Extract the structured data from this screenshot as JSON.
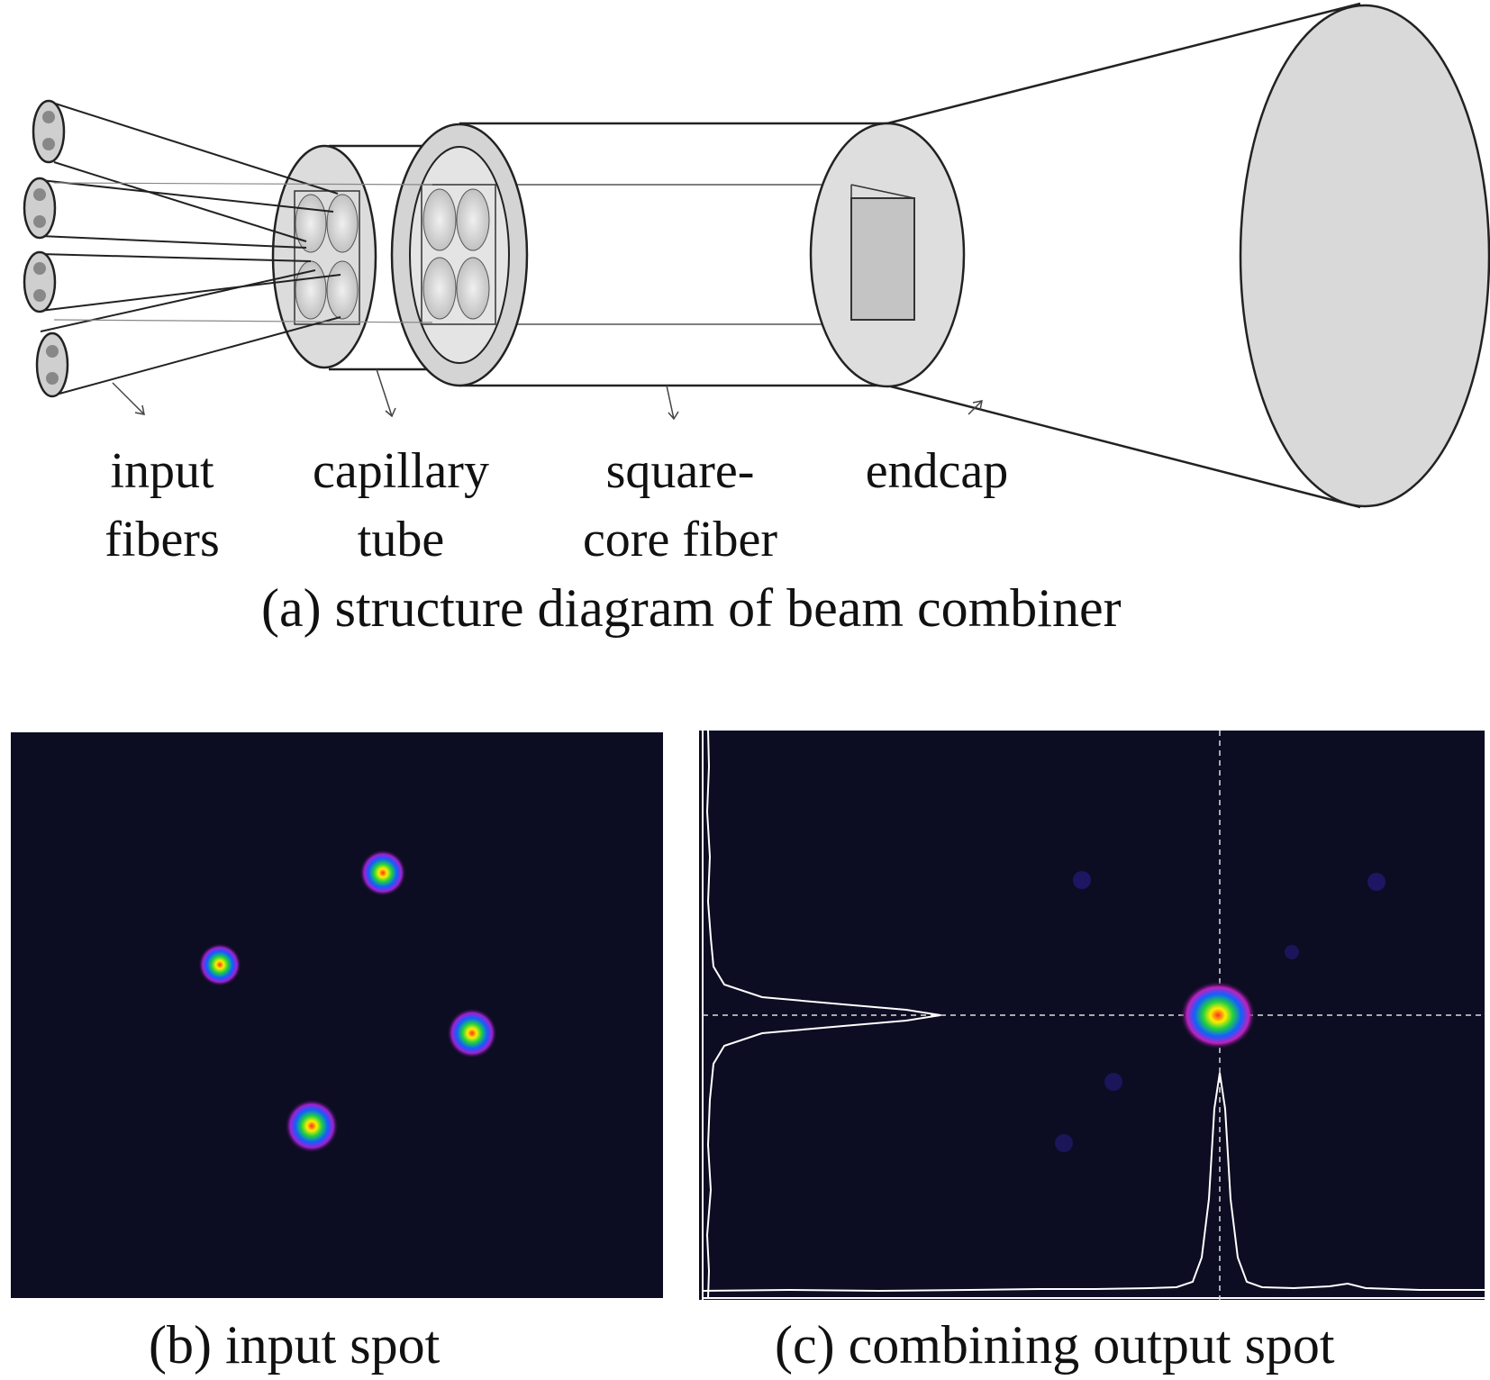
{
  "diagram": {
    "labels": {
      "input_fibers": [
        "input",
        "fibers"
      ],
      "capillary_tube": [
        "capillary",
        "tube"
      ],
      "square_core_fiber": [
        "square-",
        "core fiber"
      ],
      "endcap": [
        "endcap"
      ]
    },
    "caption_a": "(a) structure diagram of beam combiner"
  },
  "panel_b": {
    "caption": "(b) input spot",
    "spot_count": 4
  },
  "panel_c": {
    "caption": "(c) combining output spot"
  },
  "colors": {
    "stroke": "#222222",
    "fill_gray": "#d6d6d6",
    "fill_light": "#e8e8e8",
    "panel_bg": "#0c0c22",
    "profile_line": "#ffffff"
  }
}
